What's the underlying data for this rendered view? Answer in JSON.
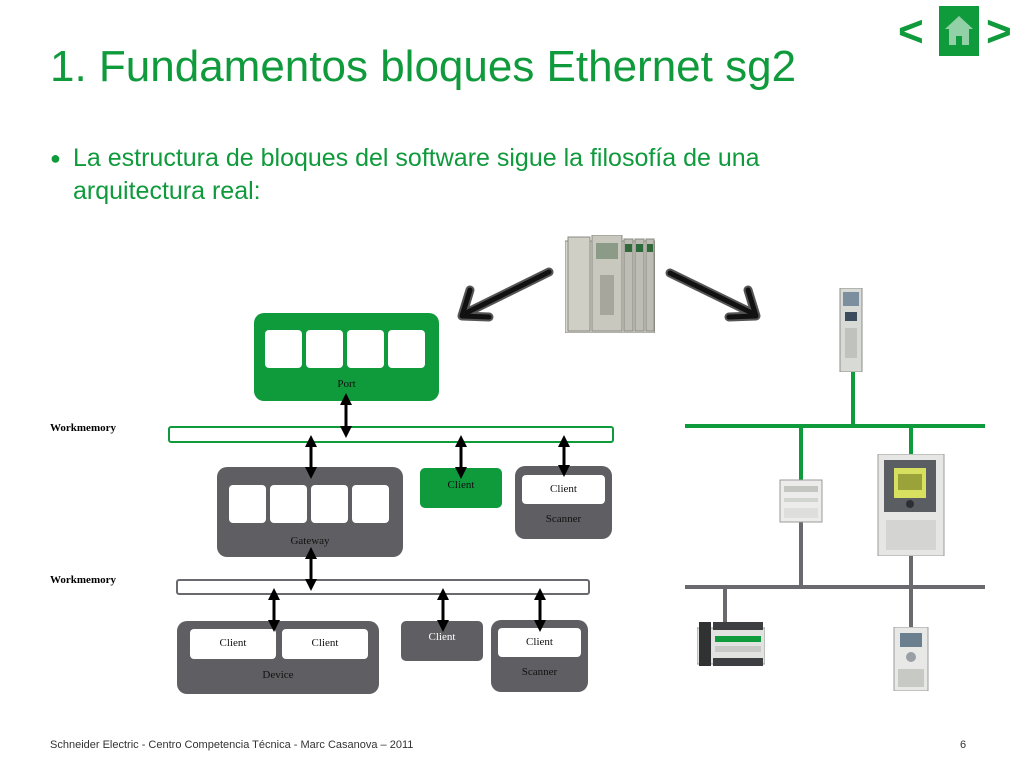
{
  "slide": {
    "title": "1. Fundamentos bloques Ethernet sg2",
    "bullet": "La estructura de bloques del software sigue la filosofía de una arquitectura real:",
    "footer": "Schneider Electric  - Centro Competencia Técnica - Marc Casanova – 2011",
    "page_number": "6"
  },
  "nav": {
    "prev_icon": "<",
    "next_icon": ">"
  },
  "diagram": {
    "workmemory_top": "Workmemory",
    "workmemory_bottom": "Workmemory",
    "port_label": "Port",
    "gateway_label": "Gateway",
    "client_green": "Client",
    "scanner_top": {
      "client": "Client",
      "label": "Scanner"
    },
    "device": {
      "client_a": "Client",
      "client_b": "Client",
      "label": "Device"
    },
    "client_bottom": "Client",
    "scanner_bottom": {
      "client": "Client",
      "label": "Scanner"
    }
  },
  "colors": {
    "accent": "#0f9a3c",
    "block_grey": "#5f5f63",
    "bus_grey": "#6a6a6e"
  }
}
